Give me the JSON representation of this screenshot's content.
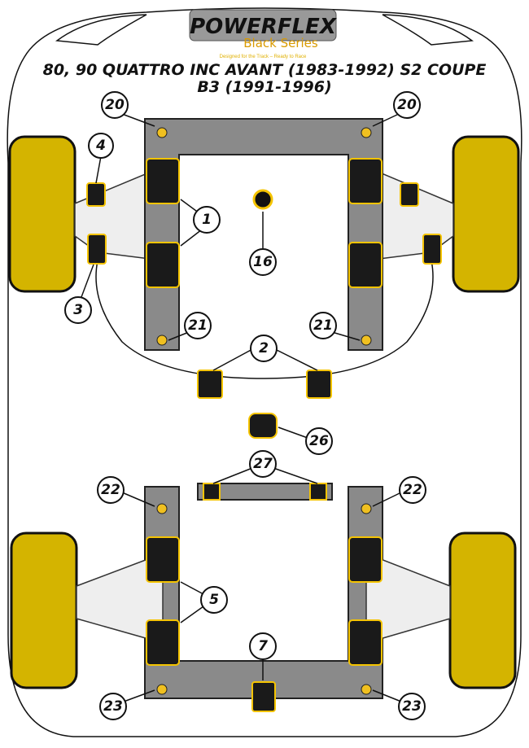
{
  "brand": {
    "logo_text": "POWERFLEX",
    "series": "Black Series",
    "tagline": "Designed for the Track – Ready to Race"
  },
  "title": {
    "line1": "80, 90 QUATTRO INC AVANT (1983-1992) S2 COUPE",
    "line2": "B3 (1991-1996)"
  },
  "labels": {
    "l20a": "20",
    "l20b": "20",
    "l4": "4",
    "l1": "1",
    "l16": "16",
    "l3": "3",
    "l21a": "21",
    "l21b": "21",
    "l2": "2",
    "l26": "26",
    "l27": "27",
    "l22a": "22",
    "l22b": "22",
    "l5": "5",
    "l7": "7",
    "l23a": "23",
    "l23b": "23"
  },
  "colors": {
    "bush": "#1a1a1a",
    "accent": "#f5c400",
    "frame": "#8a8a8a"
  }
}
